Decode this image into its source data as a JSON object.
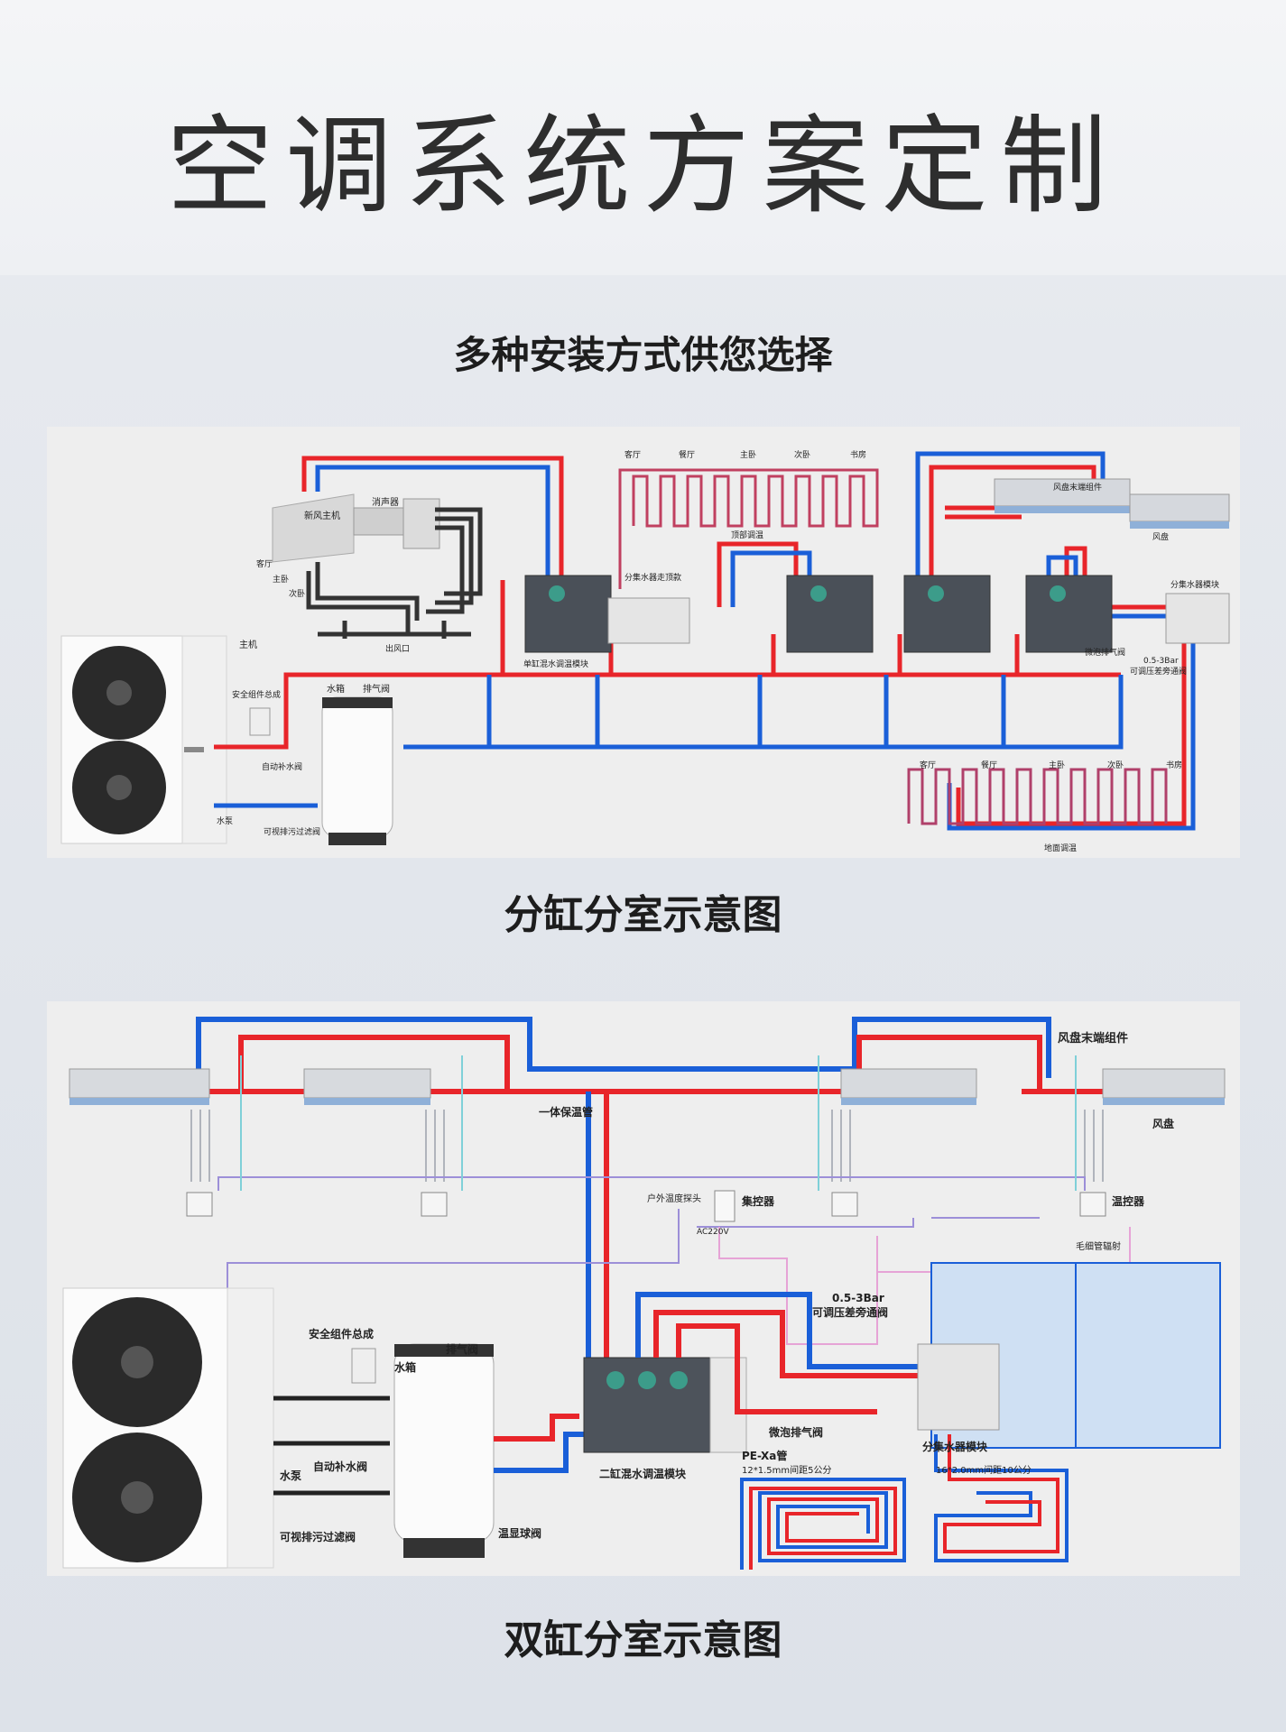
{
  "title": "空调系统方案定制",
  "subtitle": "多种安装方式供您选择",
  "diagram1": {
    "caption": "分缸分室示意图",
    "labels": {
      "fresh_air_host": "新风主机",
      "muffler": "消声器",
      "outlet": "出风口",
      "host": "主机",
      "safety_group": "安全组件总成",
      "water_tank": "水箱",
      "exhaust_valve": "排气阀",
      "auto_fill_valve": "自动补水阀",
      "pump": "水泵",
      "visual_filter": "可视排污过滤阀",
      "single_mix_module": "单缸混水调温模块",
      "manifold_top": "分集水器走顶款",
      "ceiling_radiant": "顶部调温",
      "floor_radiant": "地面调温",
      "fan_coil_end": "风盘末端组件",
      "fan_coil": "风盘",
      "manifold_module": "分集水器模块",
      "micro_bubble": "微泡排气阀",
      "bypass_valve_line1": "0.5-3Bar",
      "bypass_valve_line2": "可调压差旁通阀"
    },
    "rooms_top": [
      "客厅",
      "餐厅",
      "主卧",
      "次卧",
      "书房"
    ],
    "rooms_bottom": [
      "客厅",
      "餐厅",
      "主卧",
      "次卧",
      "书房"
    ],
    "rooms_side": [
      "客厅",
      "主卧",
      "次卧"
    ]
  },
  "diagram2": {
    "caption": "双缸分室示意图",
    "labels": {
      "fan_coil_end": "风盘末端组件",
      "fan_coil": "风盘",
      "insulated_pipe": "一体保温管",
      "outdoor_sensor": "户外温度探头",
      "concentrator": "集控器",
      "ac220": "AC220V",
      "thermostat": "温控器",
      "capillary": "毛细管辐射",
      "bypass_line1": "0.5-3Bar",
      "bypass_line2": "可调压差旁通阀",
      "safety_group": "安全组件总成",
      "exhaust_valve": "排气阀",
      "water_tank": "水箱",
      "auto_fill_valve": "自动补水阀",
      "pump": "水泵",
      "visual_filter": "可视排污过滤阀",
      "temp_ball_valve": "温显球阀",
      "dual_mix_module": "二缸混水调温模块",
      "micro_bubble": "微泡排气阀",
      "pexa": "PE-Xa管",
      "pexa_spec": "12*1.5mm间距5公分",
      "manifold_module": "分集水器模块",
      "manifold_spec": "16*2.0mm间距10公分"
    }
  },
  "colors": {
    "hot": "#e8252a",
    "cold": "#1a5fd8",
    "panel": "#eeeeee",
    "control": "#9c8fd8",
    "pink": "#e6a3d6"
  }
}
